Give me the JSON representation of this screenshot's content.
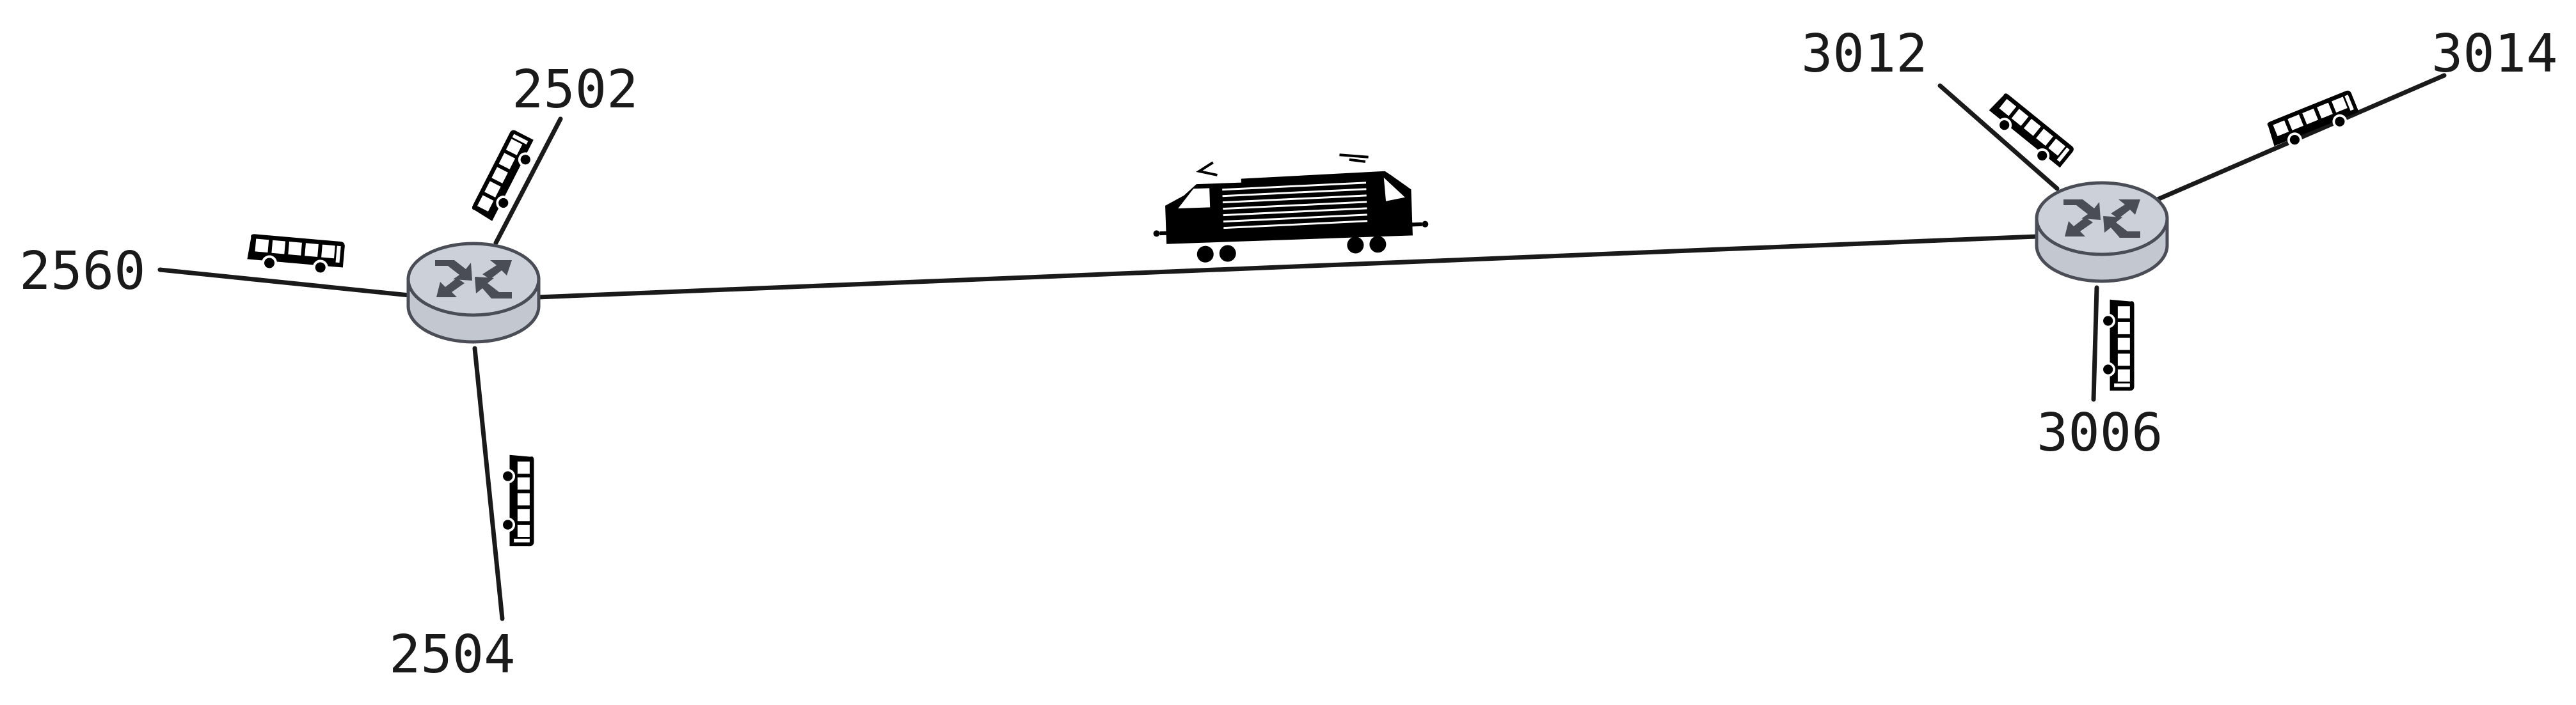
{
  "routers": [
    {
      "id": "router-left",
      "icon": "router-icon"
    },
    {
      "id": "router-right",
      "icon": "router-icon"
    }
  ],
  "nodes": {
    "n2502": "2502",
    "n2560": "2560",
    "n2504": "2504",
    "n3012": "3012",
    "n3014": "3014",
    "n3006": "3006"
  },
  "vehicles": {
    "bus": "bus-icon",
    "train": "electric-locomotive-icon"
  },
  "colors": {
    "line": "#1a1a1a",
    "router_top": "#ccd0d8",
    "router_side": "#c3c7cf",
    "router_arrow": "#4a4d55"
  }
}
